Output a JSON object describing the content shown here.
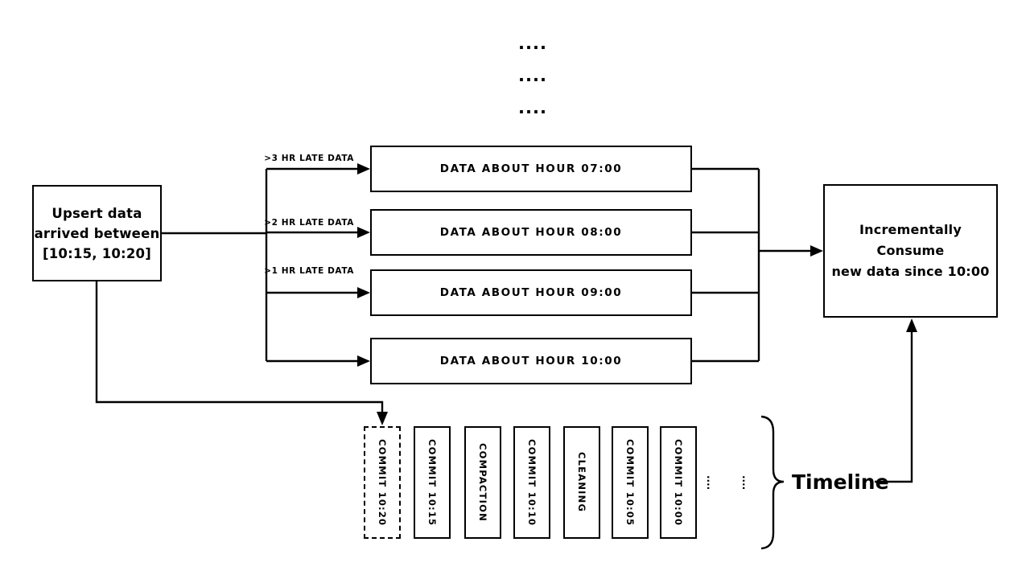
{
  "colors": {
    "ink": "#000000",
    "background": "#ffffff"
  },
  "top_ellipsis": {
    "rows": [
      "....",
      "....",
      "...."
    ]
  },
  "source_box": {
    "lines": [
      "Upsert data",
      "arrived between",
      "[10:15, 10:20]"
    ]
  },
  "late_labels": [
    ">3 HR LATE DATA",
    ">2 HR LATE DATA",
    ">1 HR LATE DATA"
  ],
  "hour_boxes": [
    "DATA ABOUT HOUR 07:00",
    "DATA ABOUT HOUR 08:00",
    "DATA ABOUT HOUR 09:00",
    "DATA ABOUT HOUR 10:00"
  ],
  "consumer_box": {
    "lines": [
      "Incrementally Consume",
      "new data since 10:00"
    ]
  },
  "timeline": {
    "items": [
      {
        "label": "COMMIT  10:20",
        "style": "dashed"
      },
      {
        "label": "COMMIT  10:15",
        "style": "solid"
      },
      {
        "label": "COMPACTION",
        "style": "solid"
      },
      {
        "label": "COMMIT  10:10",
        "style": "solid"
      },
      {
        "label": "CLEANING",
        "style": "solid"
      },
      {
        "label": "COMMIT  10:05",
        "style": "solid"
      },
      {
        "label": "COMMIT  10:00",
        "style": "solid"
      }
    ],
    "ellipsis_columns": [
      "....",
      "...."
    ],
    "label": "Timeline"
  }
}
